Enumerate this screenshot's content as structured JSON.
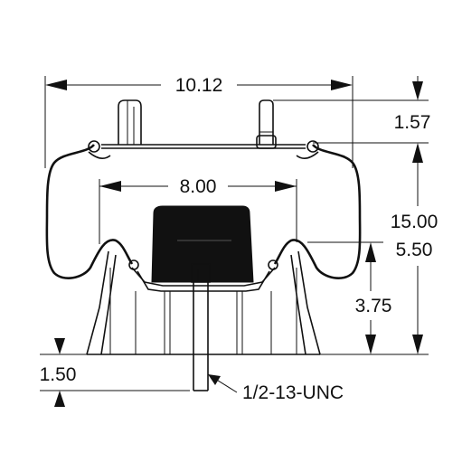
{
  "diagram": {
    "dimensions": {
      "overall_width": "10.12",
      "top_height": "1.57",
      "inner_width": "8.00",
      "overall_height": "15.00",
      "collapsed_height": "5.50",
      "piston_height": "3.75",
      "bottom_offset": "1.50",
      "thread_spec": "1/2-13-UNC"
    }
  }
}
